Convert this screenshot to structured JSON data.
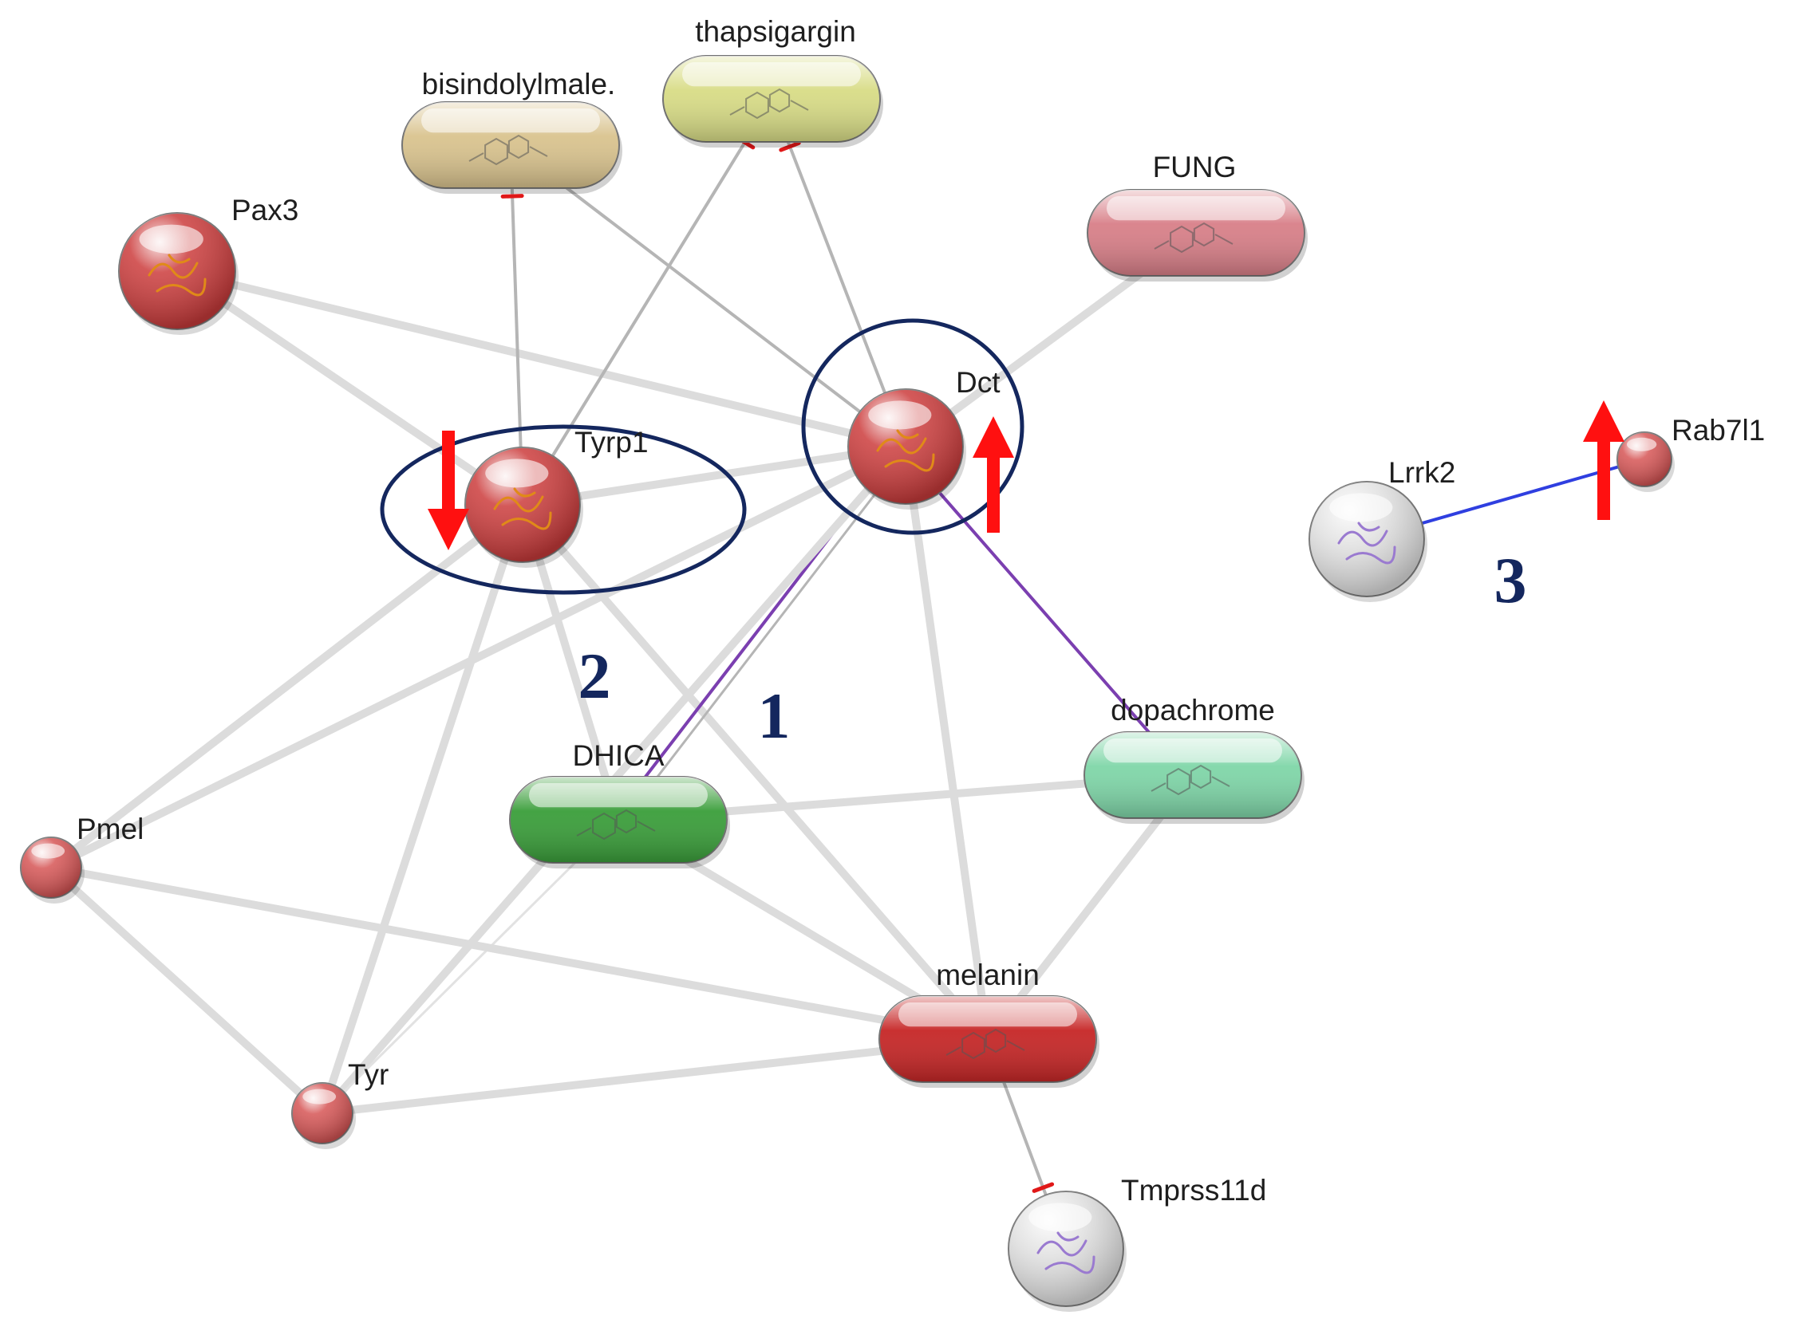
{
  "network": {
    "nodes": [
      {
        "id": "bisindolylmale",
        "label": "bisindolylmale.",
        "shape": "pill",
        "color": "#d9c38e"
      },
      {
        "id": "thapsigargin",
        "label": "thapsigargin",
        "shape": "pill",
        "color": "#d8dc86"
      },
      {
        "id": "fung",
        "label": "FUNG",
        "shape": "pill",
        "color": "#d87f88"
      },
      {
        "id": "pax3",
        "label": "Pax3",
        "shape": "sphere",
        "color": "#cc3c3c"
      },
      {
        "id": "tyrp1",
        "label": "Tyrp1",
        "shape": "sphere",
        "color": "#cc3c3c"
      },
      {
        "id": "dct",
        "label": "Dct",
        "shape": "sphere",
        "color": "#cc3c3c"
      },
      {
        "id": "lrrk2",
        "label": "Lrrk2",
        "shape": "sphere",
        "color": "#e4e4e4"
      },
      {
        "id": "rab7l1",
        "label": "Rab7l1",
        "shape": "sphere",
        "color": "#d65555"
      },
      {
        "id": "dhica",
        "label": "DHICA",
        "shape": "pill",
        "color": "#3a9e3a"
      },
      {
        "id": "dopachrome",
        "label": "dopachrome",
        "shape": "pill",
        "color": "#7fd6a8"
      },
      {
        "id": "pmel",
        "label": "Pmel",
        "shape": "sphere",
        "color": "#d65555"
      },
      {
        "id": "tyr",
        "label": "Tyr",
        "shape": "sphere",
        "color": "#d65555"
      },
      {
        "id": "melanin",
        "label": "melanin",
        "shape": "pill",
        "color": "#c62626"
      },
      {
        "id": "tmprss11d",
        "label": "Tmprss11d",
        "shape": "sphere",
        "color": "#e4e4e4"
      }
    ],
    "edges": [
      {
        "from": "pax3",
        "to": "tyrp1",
        "kind": "thick"
      },
      {
        "from": "pax3",
        "to": "dct",
        "kind": "thick"
      },
      {
        "from": "tyrp1",
        "to": "dct",
        "kind": "thick"
      },
      {
        "from": "tyrp1",
        "to": "bisindolylmale",
        "kind": "inhibit"
      },
      {
        "from": "tyrp1",
        "to": "thapsigargin",
        "kind": "inhibit"
      },
      {
        "from": "dct",
        "to": "bisindolylmale",
        "kind": "inhibit"
      },
      {
        "from": "dct",
        "to": "thapsigargin",
        "kind": "inhibit"
      },
      {
        "from": "dct",
        "to": "fung",
        "kind": "thick"
      },
      {
        "from": "tyrp1",
        "to": "dhica",
        "kind": "thick"
      },
      {
        "from": "tyrp1",
        "to": "melanin",
        "kind": "thick"
      },
      {
        "from": "tyrp1",
        "to": "pmel",
        "kind": "thick"
      },
      {
        "from": "tyrp1",
        "to": "tyr",
        "kind": "thick"
      },
      {
        "from": "dct",
        "to": "dhica",
        "kind": "purple"
      },
      {
        "from": "dct",
        "to": "dopachrome",
        "kind": "purple"
      },
      {
        "from": "dct",
        "to": "melanin",
        "kind": "thick"
      },
      {
        "from": "dct",
        "to": "pmel",
        "kind": "thick"
      },
      {
        "from": "dct",
        "to": "tyr",
        "kind": "thick"
      },
      {
        "from": "dhica",
        "to": "dopachrome",
        "kind": "thick"
      },
      {
        "from": "dhica",
        "to": "melanin",
        "kind": "thick"
      },
      {
        "from": "dhica",
        "to": "tyr",
        "kind": "thin"
      },
      {
        "from": "dopachrome",
        "to": "melanin",
        "kind": "thick"
      },
      {
        "from": "pmel",
        "to": "tyr",
        "kind": "thick"
      },
      {
        "from": "pmel",
        "to": "melanin",
        "kind": "thick"
      },
      {
        "from": "tyr",
        "to": "melanin",
        "kind": "thick"
      },
      {
        "from": "melanin",
        "to": "tmprss11d",
        "kind": "inhibit"
      },
      {
        "from": "lrrk2",
        "to": "rab7l1",
        "kind": "blue"
      }
    ]
  },
  "annotations": {
    "cluster_labels": [
      "1",
      "2",
      "3"
    ],
    "regulation": [
      {
        "node": "tyrp1",
        "direction": "down",
        "color": "#ff1010"
      },
      {
        "node": "dct",
        "direction": "up",
        "color": "#ff1010"
      },
      {
        "node": "rab7l1",
        "direction": "up",
        "color": "#ff1010"
      }
    ],
    "highlight_color": "#14275e"
  }
}
